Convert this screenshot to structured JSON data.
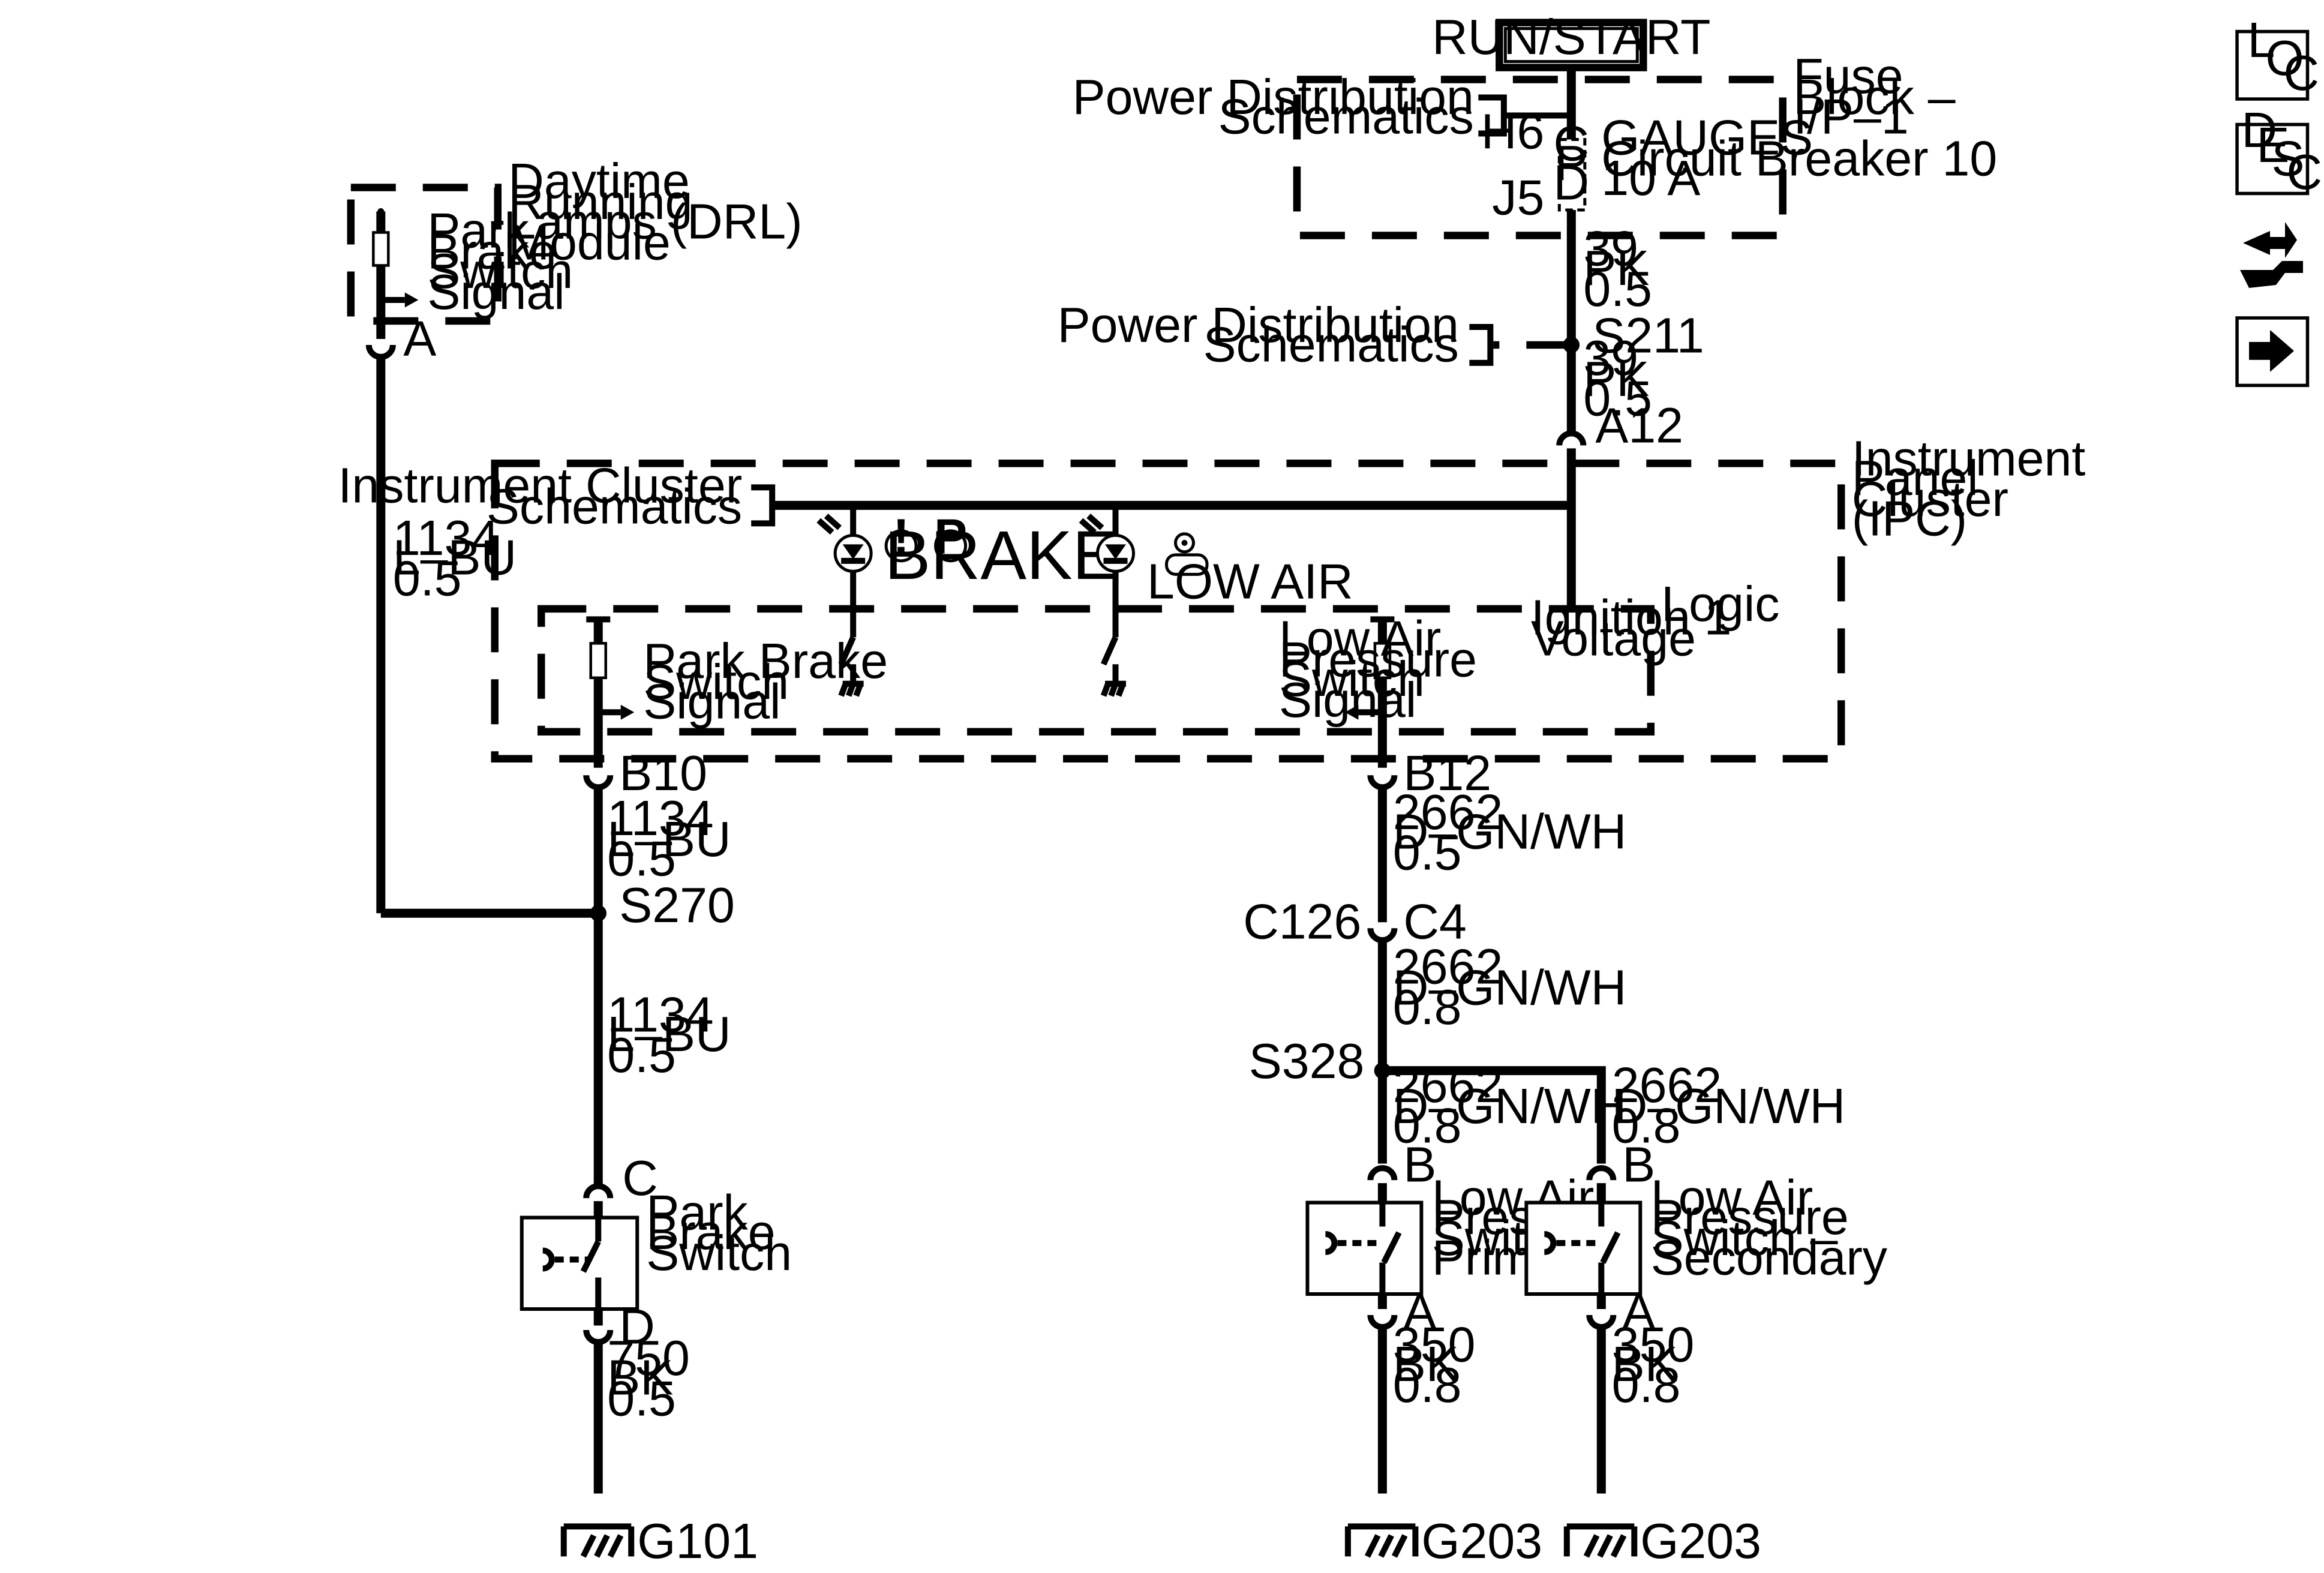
{
  "power": {
    "source": "RUN/START"
  },
  "fuse_block": {
    "label": [
      "Fuse",
      "Block –",
      "I/P–1"
    ],
    "pd_ref": [
      "Power Distribution",
      "Schematics"
    ],
    "pin_top": "H6",
    "pin_bottom": "J5",
    "cpd": [
      "C",
      "P",
      "D"
    ],
    "breaker": [
      "GAUGES",
      "Circuit Breaker 10",
      "10 A"
    ]
  },
  "wires": {
    "w39a": [
      "39",
      "PK",
      "0.5"
    ],
    "w39b": [
      "39",
      "PK",
      "0.5"
    ],
    "w1134_drl": [
      "1134",
      "L–BU",
      "0.5"
    ],
    "w1134_b10": [
      "1134",
      "L–BU",
      "0.5"
    ],
    "w1134_sw": [
      "1134",
      "L–BU",
      "0.5"
    ],
    "w750": [
      "750",
      "BK",
      "0.5"
    ],
    "w2662_b12": [
      "2662",
      "D–GN/WH",
      "0.5"
    ],
    "w2662_c4": [
      "2662",
      "D–GN/WH",
      "0.8"
    ],
    "w2662_pri": [
      "2662",
      "D–GN/WH",
      "0.8"
    ],
    "w2662_sec": [
      "2662",
      "D–GN/WH",
      "0.8"
    ],
    "w350_pri": [
      "350",
      "BK",
      "0.8"
    ],
    "w350_sec": [
      "350",
      "BK",
      "0.8"
    ]
  },
  "splices": {
    "s211": "S211",
    "s270": "S270",
    "s328": "S328"
  },
  "s211_ref": [
    "Power Distribution",
    "Schematics"
  ],
  "connectors": {
    "a12": "A12",
    "drl_a": "A",
    "b10": "B10",
    "b12": "B12",
    "c126": "C126",
    "c4": "C4",
    "sw_c": "C",
    "sw_d": "D",
    "pri_b": "B",
    "pri_a": "A",
    "sec_b": "B",
    "sec_a": "A"
  },
  "drl_module": {
    "label": [
      "Daytime",
      "Running",
      "Lamps (DRL)",
      "Module"
    ],
    "signal": [
      "Park",
      "Brake",
      "Switch",
      "Signal"
    ]
  },
  "ipc": {
    "label": [
      "Instrument",
      "Panel",
      "Cluster",
      "(IPC)"
    ],
    "ic_ref": [
      "Instrument Cluster",
      "Schematics"
    ],
    "brake_text": "BRAKE",
    "low_air_text": "LOW AIR",
    "ignition": [
      "Ignition 1",
      "Voltage"
    ],
    "logic": "Logic",
    "park_signal": [
      "Park Brake",
      "Switch",
      "Signal"
    ],
    "low_air_signal": [
      "Low Air",
      "Pressure",
      "Switch",
      "Signal"
    ]
  },
  "park_switch": {
    "label": [
      "Park",
      "Brake",
      "Switch"
    ]
  },
  "low_air_primary": {
    "label": [
      "Low Air",
      "Pressure",
      "Switch –",
      "Primary"
    ]
  },
  "low_air_secondary": {
    "label": [
      "Low Air",
      "Pressure",
      "Switch –",
      "Secondary"
    ]
  },
  "grounds": {
    "g101": "G101",
    "g203a": "G203",
    "g203b": "G203"
  },
  "nav_icons": {
    "loc": [
      "L",
      "O",
      "C"
    ],
    "desc": [
      "D",
      "E",
      "S",
      "C"
    ],
    "icons": [
      "loc-icon",
      "desc-icon",
      "connector-tool-icon",
      "next-arrow-icon"
    ]
  }
}
